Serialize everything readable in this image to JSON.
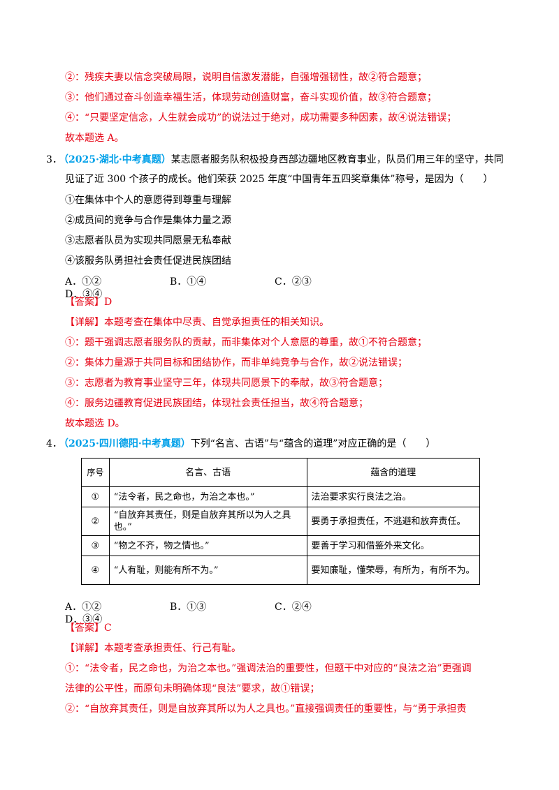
{
  "top": {
    "lines": [
      "②：残疾夫妻以信念突破局限，说明自信激发潜能，自强增强韧性，故②符合题意；",
      "③：他们通过奋斗创造幸福生活，体现劳动创造财富，奋斗实现价值，故③符合题意；",
      "④：“只要坚定信念，人生就会成功”的说法过于绝对，成功需要多种因素，故④说法错误；",
      "故本题选 A。"
    ]
  },
  "q3": {
    "number": "3．",
    "tag": "（2025·湖北·中考真题）",
    "stem1": "某志愿者服务队积极投身西部边疆地区教育事业，队员们用三年的坚守，共同",
    "stem2": "见证了近 300 个孩子的成长。他们荣获 2025 年度“中国青年五四奖章集体”称号，是因为（　　）",
    "items": [
      "①在集体中个人的意愿得到尊重与理解",
      "②成员间的竞争与合作是集体力量之源",
      "③志愿者队员为实现共同愿景无私奉献",
      "④该服务队勇担社会责任促进民族团结"
    ],
    "options": [
      "A．①②",
      "B．①④",
      "C．②③",
      "D．③④"
    ],
    "answer": "【答案】D",
    "explain": [
      "【详解】本题考查在集体中尽责、自觉承担责任的相关知识。",
      "①：题干强调志愿者服务队的贡献，而非集体对个人意愿的尊重，故①不符合题意；",
      "②：集体力量源于共同目标和团结协作，而非单纯竞争与合作，故②说法错误；",
      "③：志愿者为教育事业坚守三年，体现共同愿景下的奉献，故③符合题意；",
      "④：服务边疆教育促进民族团结，体现社会责任担当，故④符合题意；",
      "故本题选 D。"
    ]
  },
  "q4": {
    "number": "4．",
    "tag": "（2025·四川德阳·中考真题）",
    "stem": "下列“名言、古语”与“蕴含的道理”对应正确的是（　　）",
    "table": {
      "headers": [
        "序号",
        "名言、古语",
        "蕴含的道理"
      ],
      "rows": [
        [
          "①",
          "“法令者，民之命也，为治之本也。”",
          "法治要求实行良法之治。"
        ],
        [
          "②",
          "“自放弃其责任，则是自放弃其所以为人之具也。”",
          "要勇于承担责任，不逃避和放弃责任。"
        ],
        [
          "③",
          "“物之不齐，物之情也。”",
          "要善于学习和借鉴外来文化。"
        ],
        [
          "④",
          "“人有耻，则能有所不为。”",
          "要知廉耻，懂荣辱，有所为，有所不为。"
        ]
      ]
    },
    "options": [
      "A．①②",
      "B．①③",
      "C．②④",
      "D．③④"
    ],
    "answer": "【答案】C",
    "explain": [
      "【详解】本题考查承担责任、行己有耻。",
      "①：“法令者，民之命也，为治之本也。”强调法治的重要性，但题干中对应的“良法之治”更强调",
      "法律的公平性，而原句未明确体现“良法”要求，故①错误；",
      "②：“自放弃其责任，则是自放弃其所以为人之具也。”直接强调责任的重要性，与“勇于承担责"
    ]
  }
}
